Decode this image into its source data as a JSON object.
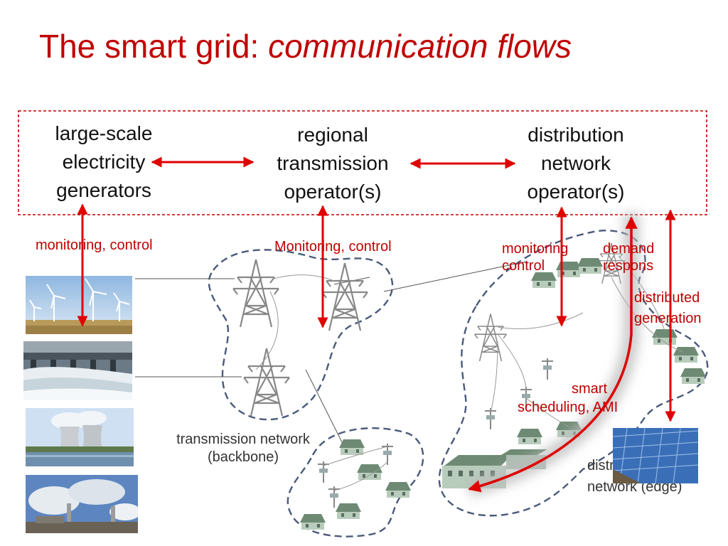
{
  "slide": {
    "title_plain": "The smart grid: ",
    "title_italic": "communication flows"
  },
  "actors": {
    "generators": [
      "large-scale",
      "electricity",
      "generators"
    ],
    "transmission": [
      "regional",
      "transmission",
      "operator(s)"
    ],
    "distribution": [
      "distribution",
      "network",
      "operator(s)"
    ]
  },
  "flow_labels": {
    "gen_monitoring": "monitoring, control",
    "trans_monitoring": "Monitoring, control",
    "dist_monitoring": [
      "monitoring",
      "control"
    ],
    "demand_response": [
      "demand",
      "respons"
    ],
    "distributed_generation": [
      "distributed",
      "generation"
    ],
    "smart_scheduling": [
      "smart",
      "scheduling, AMI"
    ]
  },
  "network_labels": {
    "transmission": [
      "transmission network",
      "(backbone)"
    ],
    "distribution": [
      "distribution",
      "network (edge)"
    ]
  },
  "colors": {
    "accent": "#c00000",
    "arrow": "#e00000",
    "dashed_region": "#4a5a7a",
    "tower": "#888888",
    "house": "#8aa890"
  },
  "icons": {
    "wind": "wind-turbines-photo",
    "hydro": "hydro-dam-photo",
    "nuclear": "nuclear-plant-photo",
    "coal": "coal-plant-photo",
    "solar": "solar-panel-photo",
    "tower": "pylon-icon",
    "house": "house-icon"
  }
}
